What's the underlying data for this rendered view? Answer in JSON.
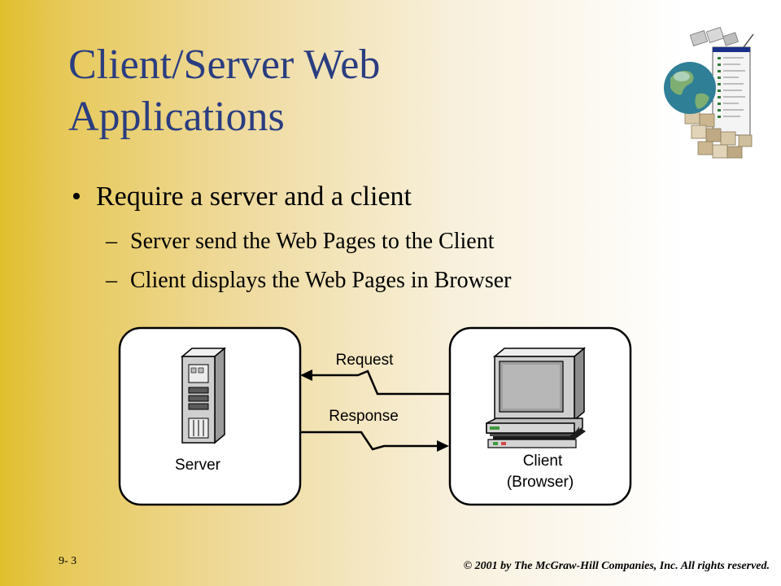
{
  "slide": {
    "title_line1": "Client/Server Web",
    "title_line2": "Applications",
    "bullet": {
      "symbol": "•",
      "text": "Require a server and a client"
    },
    "subbullets": [
      {
        "symbol": "–",
        "text": "Server send the Web Pages to the Client"
      },
      {
        "symbol": "–",
        "text": "Client displays the Web Pages in Browser"
      }
    ],
    "clipart_icon": "globe-documents-clipart-icon"
  },
  "diagram": {
    "server_label": "Server",
    "client_label_line1": "Client",
    "client_label_line2": "(Browser)",
    "request_label": "Request",
    "response_label": "Response",
    "server_icon": "server-tower-icon",
    "client_icon": "computer-monitor-icon"
  },
  "footer": {
    "slide_number": "9- 3",
    "copyright": "© 2001 by The McGraw-Hill Companies, Inc. All rights reserved."
  }
}
